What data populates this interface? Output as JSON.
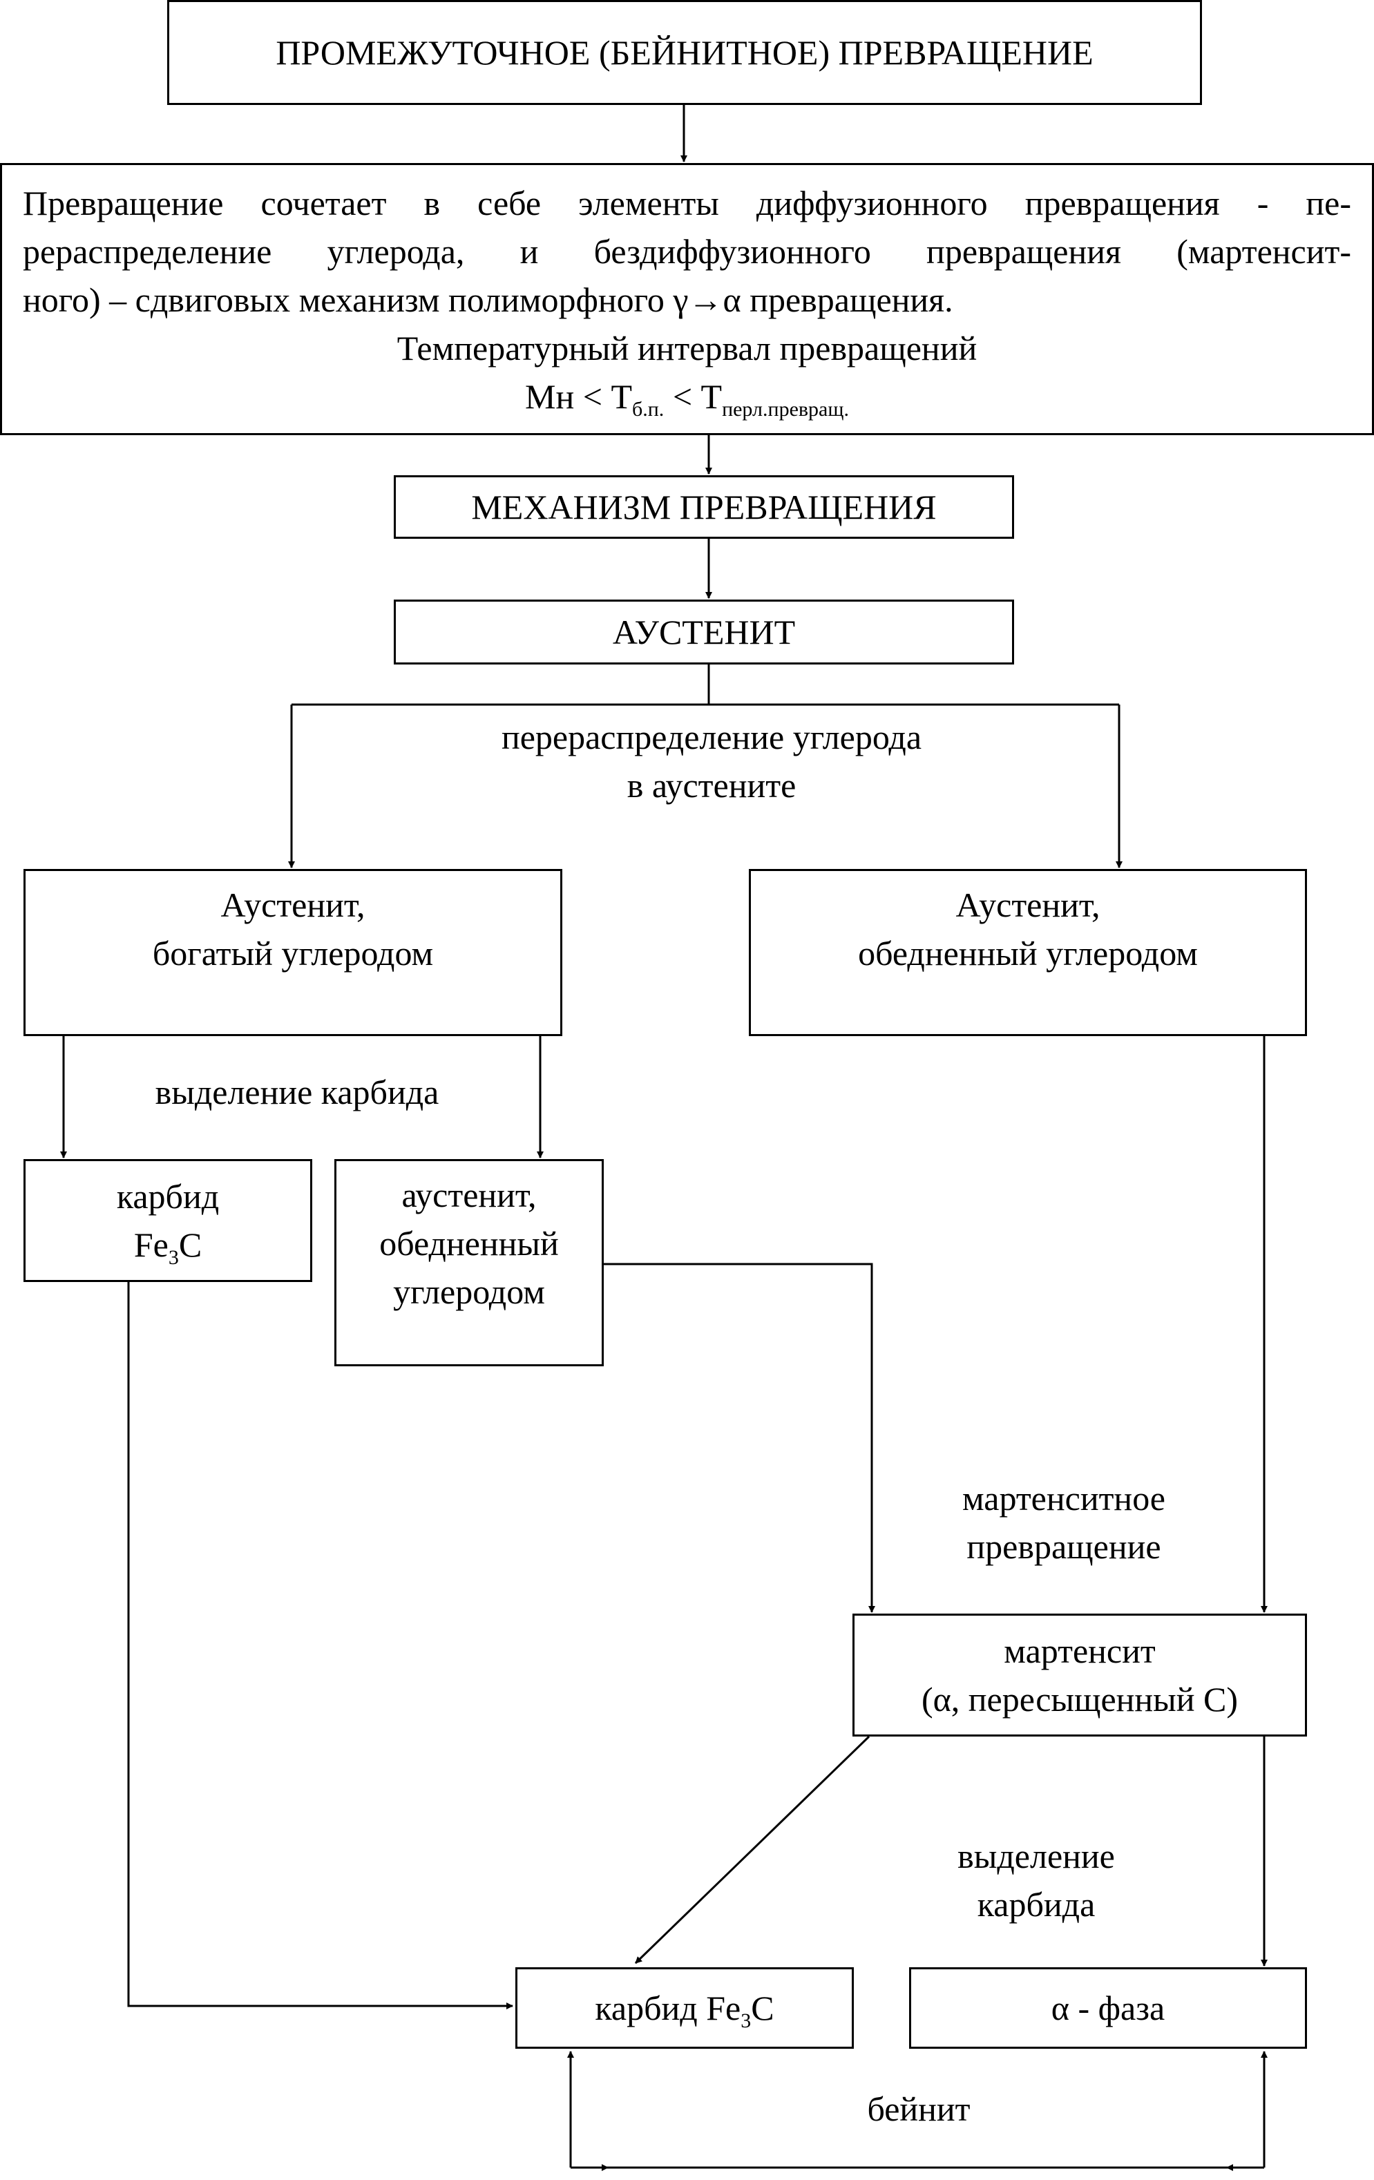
{
  "title_box": "ПРОМЕЖУТОЧНОЕ (БЕЙНИТНОЕ) ПРЕВРАЩЕНИЕ",
  "description": {
    "line1": "Превращение сочетает в себе элементы диффузионного превращения - пе-",
    "line2": "рераспределение углерода, и бездиффузионного превращения (мартенсит-",
    "line3": "ного) – сдвиговых механизм полиморфного γ→α превращения.",
    "line4": "Температурный интервал превращений",
    "formula": {
      "mn": "Мн",
      "lt1": "<",
      "t1": "Т",
      "t1_sub": "б.п.",
      "lt2": "<",
      "t2": "Т",
      "t2_sub": "перл.превращ."
    }
  },
  "mechanism_box": "МЕХАНИЗМ ПРЕВРАЩЕНИЯ",
  "austenite_box": "АУСТЕНИТ",
  "redistribution_label": {
    "line1": "перераспределение углерода",
    "line2": "в аустените"
  },
  "austenite_rich_box": {
    "line1": "Аустенит,",
    "line2": "богатый углеродом"
  },
  "austenite_poor_box": {
    "line1": "Аустенит,",
    "line2": "обедненный углеродом"
  },
  "carbide_precip_label": "выделение карбида",
  "carbide_box": {
    "line1": "карбид",
    "fe": "Fe",
    "sub3": "3",
    "c": "C"
  },
  "austenite_depleted_box": {
    "line1": "аустенит,",
    "line2": "обедненный",
    "line3": "углеродом"
  },
  "martensitic_label": {
    "line1": "мартенситное",
    "line2": "превращение"
  },
  "martensite_box": {
    "line1": "мартенсит",
    "line2": "(α, пересыщенный С)"
  },
  "carbide_precip_label2": {
    "line1": "выделение",
    "line2": "карбида"
  },
  "carbide_final_box": {
    "prefix": "карбид Fe",
    "sub3": "3",
    "c": "C"
  },
  "alpha_box": "α - фаза",
  "bainite_label": "бейнит"
}
